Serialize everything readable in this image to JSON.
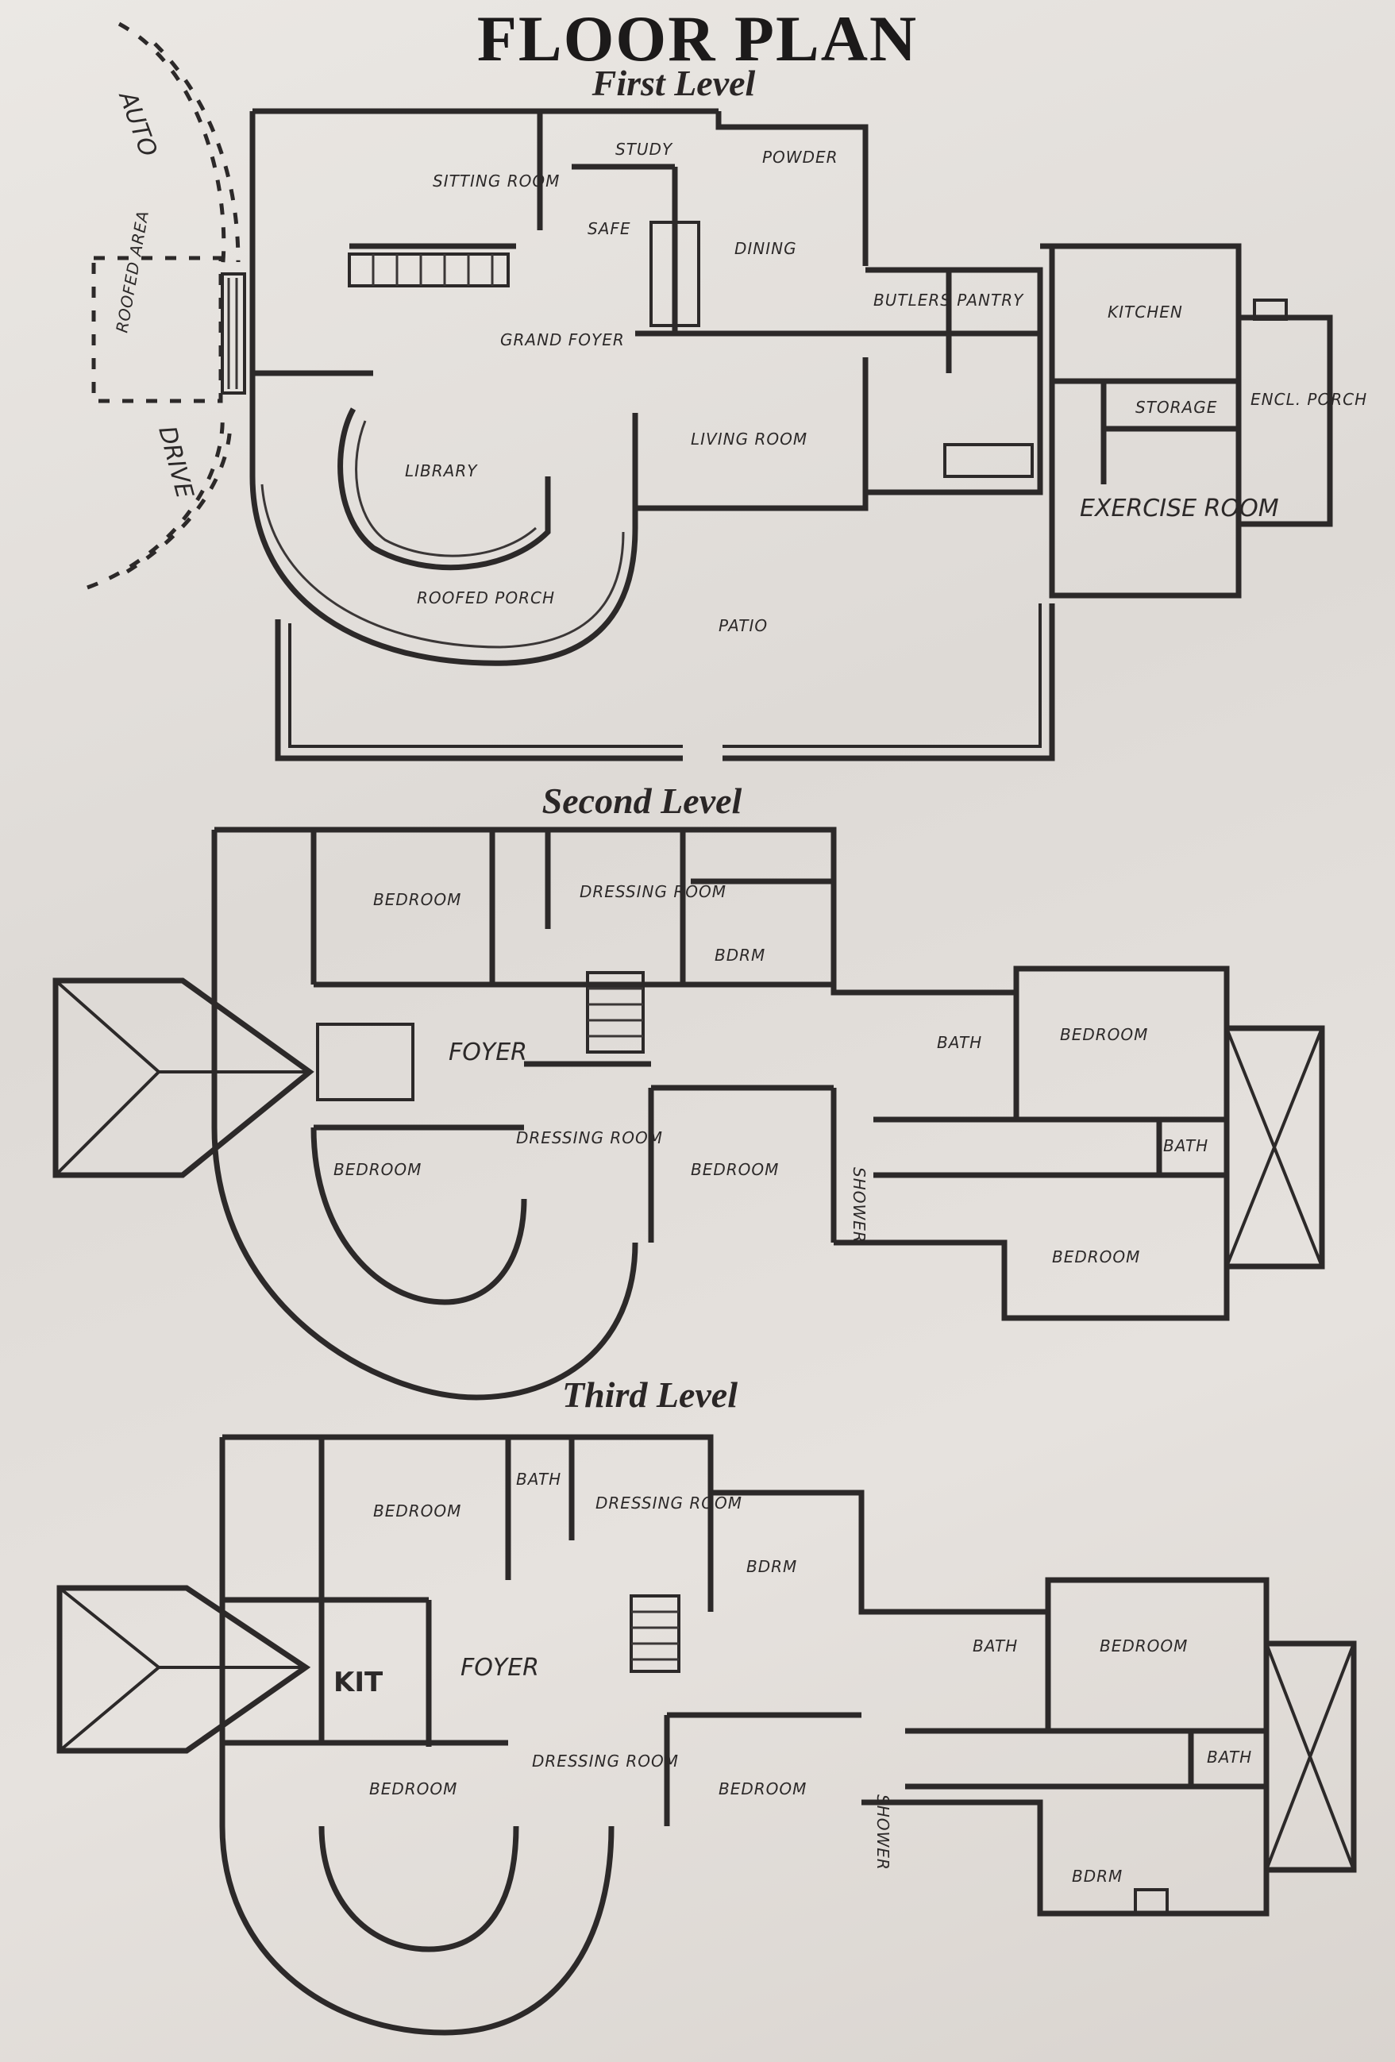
{
  "title": "FLOOR PLAN",
  "levels": [
    {
      "name": "First Level",
      "rooms": [
        "STUDY",
        "POWDER",
        "SITTING ROOM",
        "DINING",
        "SAFE",
        "GRAND FOYER",
        "LIBRARY",
        "LIVING ROOM",
        "ROOFED PORCH",
        "PATIO",
        "BUTLERS PANTRY",
        "KITCHEN",
        "STORAGE",
        "ENCL. PORCH",
        "EXERCISE ROOM",
        "ROOFED AREA",
        "AUTO",
        "DRIVE"
      ]
    },
    {
      "name": "Second Level",
      "rooms": [
        "BEDROOM",
        "DRESSING ROOM",
        "BDRM",
        "FOYER",
        "BEDROOM",
        "DRESSING ROOM",
        "BEDROOM",
        "BATH",
        "SHOWER",
        "BEDROOM",
        "BATH",
        "BEDROOM"
      ]
    },
    {
      "name": "Third Level",
      "rooms": [
        "BEDROOM",
        "BATH",
        "DRESSING ROOM",
        "BDRM",
        "KIT",
        "FOYER",
        "BEDROOM",
        "DRESSING ROOM",
        "BEDROOM",
        "SHOWER",
        "BATH",
        "BEDROOM",
        "BATH",
        "BDRM"
      ]
    }
  ]
}
